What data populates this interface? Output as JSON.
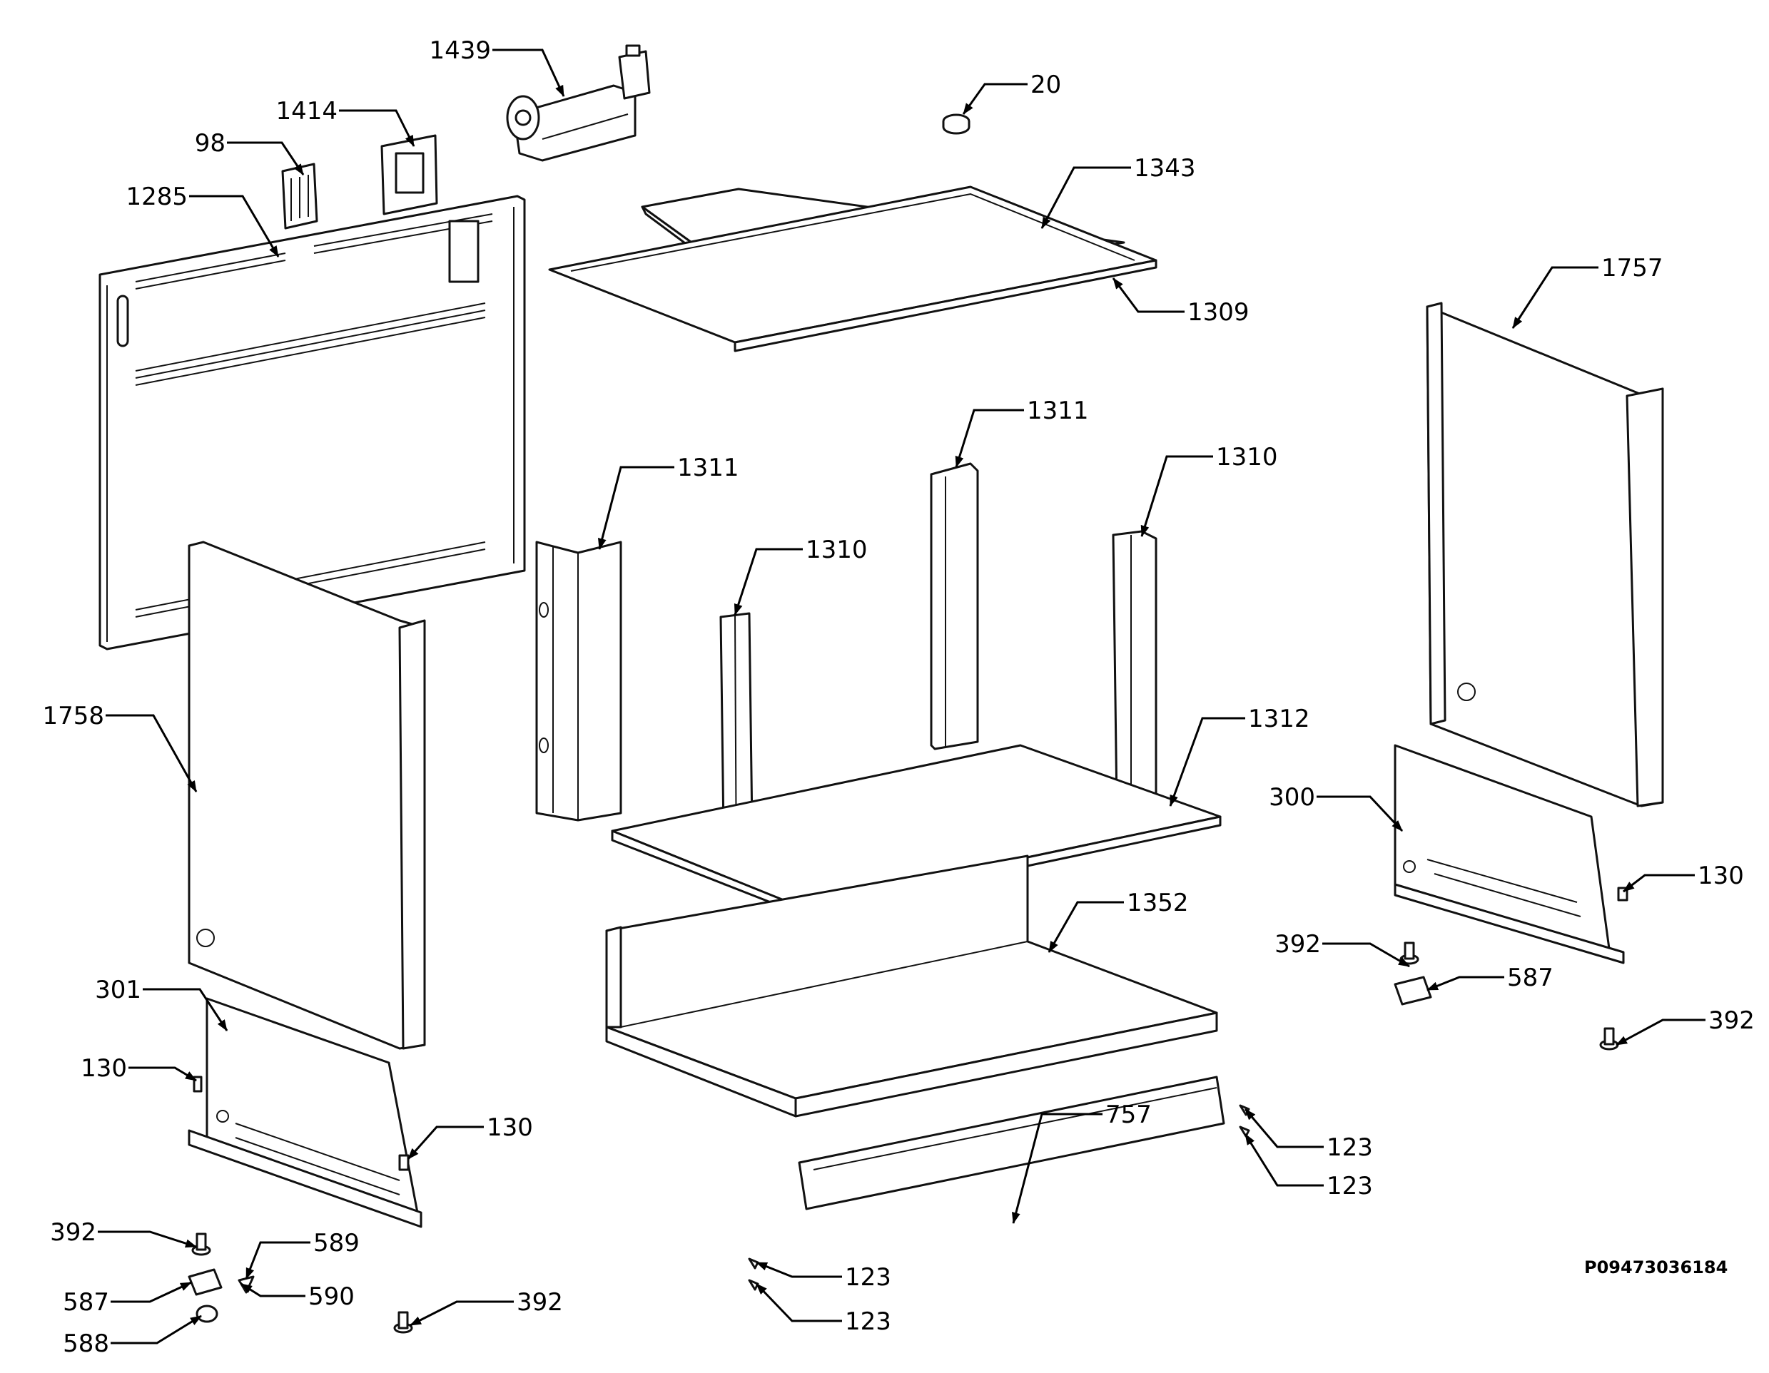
{
  "callouts": {
    "c1439": "1439",
    "c20": "20",
    "c1414": "1414",
    "c98": "98",
    "c1285": "1285",
    "c1343": "1343",
    "c1309": "1309",
    "c1757": "1757",
    "c1311a": "1311",
    "c1311b": "1311",
    "c1310a": "1310",
    "c1310b": "1310",
    "c1312": "1312",
    "c1758": "1758",
    "c300": "300",
    "c130a": "130",
    "c130b": "130",
    "c130c": "130",
    "c1352": "1352",
    "c392a": "392",
    "c392b": "392",
    "c392c": "392",
    "c392d": "392",
    "c587a": "587",
    "c587b": "587",
    "c301": "301",
    "c123a": "123",
    "c123b": "123",
    "c123c": "123",
    "c123d": "123",
    "c757": "757",
    "c589": "589",
    "c590": "590",
    "c588": "588"
  },
  "drawing_code": "P09473036184"
}
